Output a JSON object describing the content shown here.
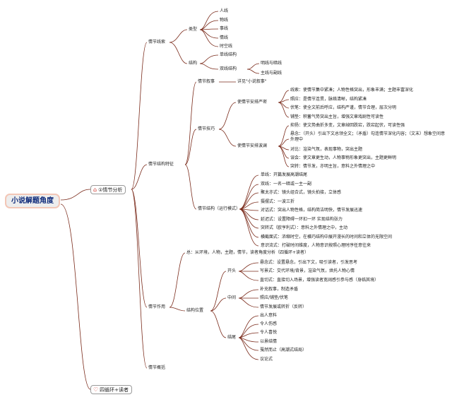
{
  "root": "小说解题角度",
  "branches": {
    "plot": "①情节分析",
    "other": "四循环+读者"
  },
  "icons": {
    "plot": "home-icon",
    "other": "heart-icon"
  },
  "colors": {
    "connector": "#7a2a1a",
    "root_fill": "#ededed",
    "root_border": "#f3c6b6",
    "root_text": "#0e2a7a",
    "icon": "#d2372f"
  },
  "plot": {
    "clue": {
      "label": "情节线索",
      "type": {
        "label": "类型",
        "items": [
          "人线",
          "物线",
          "事线",
          "情线",
          "时空线"
        ]
      },
      "structure": {
        "label": "结构",
        "single": "单线结构",
        "double": {
          "label": "双线结构",
          "items": [
            "明线与暗线",
            "主线与副线"
          ]
        }
      }
    },
    "features": {
      "label": "情节结构特征",
      "setting": {
        "label": "情节叙事",
        "note": "详见\"小说叙事\""
      },
      "technique": {
        "label": "情节技巧",
        "tight": {
          "label": "使情节安排严密",
          "items": [
            "线索：使情节集中紧凑；人物性格突出，形象丰满；主题丰富深化",
            "照应：是情节连贯，脉络清晰，结构紧凑",
            "伏笔：使全文前后呼应，结构严谨，情节合理，层次分明",
            "铺垫：积蓄气势突出主旨，增强文章戏剧性可读性"
          ]
        },
        "wave": {
          "label": "使情节安排波澜",
          "items": [
            "抑扬：使文势曲折多变，文章绰回跌宕，跌宕起伏，可读性强",
            "悬念：（开头）引出下文总领全文；（矛盾）勾连情节深化内容；（文末）想象空间意外理中",
            "对比：渲染气氛，表现事物，突出主题",
            "误会：使文章更生动，人物事物形象更突出，主题更鲜明",
            "突转：情节发，亦明主旨，意料之外情理之中"
          ]
        }
      },
      "operation": {
        "label": "情节结构（运行模式）",
        "items": [
          "单线：开篇发展高潮结尾",
          "双线：一名一暗或一主一副",
          "聚太亦式：镜头组合式，镜头拍接，立体感",
          "摄摆式：一波三折",
          "对话式：突出人物性格，结构简洁明快，情节发展迅速",
          "延迟式：设置障碍一环扣一环 实现结构张力",
          "突转式（欧亨利式）：意料之外情理之中，主动",
          "横截面式：浓缩时空，在横巧结构中展开漫长的时间和立体的无限空间",
          "意识流式：打破时间维度，人物意识按照心理时序任意往来"
        ]
      }
    },
    "function": {
      "label": "情节作用",
      "summary": "总：从环境，人物，主题，情节，读者角度分析（四循环+读者）",
      "position": {
        "label": "结构位置",
        "opening": {
          "label": "开头",
          "items": [
            "悬念式：设置悬念，引出下文，吸引读者，引发思考",
            "写景式：交代环境/背景，渲染气氛，烘托人物心情",
            "直切式：直接切入场景，增强读者宽阔感引参与感（身临其境）"
          ]
        },
        "middle": {
          "label": "中间",
          "items": [
            "补充叙事，制造矛盾",
            "照应/铺垫/伏笔",
            "情节发展或转折（反转）"
          ]
        },
        "ending": {
          "label": "结尾",
          "items": [
            "出人意料",
            "令人伤感",
            "令人喜悦",
            "以景结情",
            "戛然而止（高潮式结局）",
            "议论式"
          ]
        }
      }
    },
    "summary_node": {
      "label": "情节概括"
    }
  }
}
